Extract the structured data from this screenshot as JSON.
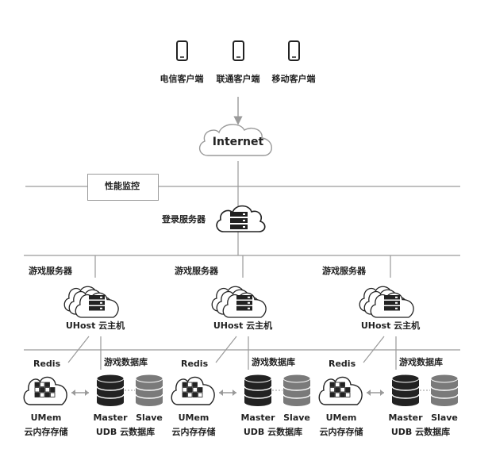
{
  "clients": [
    {
      "label": "电信客户端",
      "icon": "phone-icon"
    },
    {
      "label": "联通客户端",
      "icon": "phone-icon"
    },
    {
      "label": "移动客户端",
      "icon": "phone-icon"
    }
  ],
  "internet": {
    "label": "Internet",
    "icon": "cloud-icon"
  },
  "monitor": {
    "label": "性能监控"
  },
  "login_server": {
    "label": "登录服务器",
    "icon": "cloud-server-icon"
  },
  "groups": [
    {
      "game_server_label": "游戏服务器",
      "uhost_label": "UHost 云主机",
      "redis_label": "Redis",
      "db_label": "游戏数据库",
      "umem_line1": "UMem",
      "umem_line2": "云内存存储",
      "master_label": "Master",
      "slave_label": "Slave",
      "udb_label": "UDB 云数据库"
    },
    {
      "game_server_label": "游戏服务器",
      "uhost_label": "UHost 云主机",
      "redis_label": "Redis",
      "db_label": "游戏数据库",
      "umem_line1": "UMem",
      "umem_line2": "云内存存储",
      "master_label": "Master",
      "slave_label": "Slave",
      "udb_label": "UDB 云数据库"
    },
    {
      "game_server_label": "游戏服务器",
      "uhost_label": "UHost 云主机",
      "redis_label": "Redis",
      "db_label": "游戏数据库",
      "umem_line1": "UMem",
      "umem_line2": "云内存存储",
      "master_label": "Master",
      "slave_label": "Slave",
      "udb_label": "UDB 云数据库"
    }
  ],
  "colors": {
    "line": "#9a9a9a",
    "dark": "#222222",
    "slave": "#7a7a7a"
  }
}
